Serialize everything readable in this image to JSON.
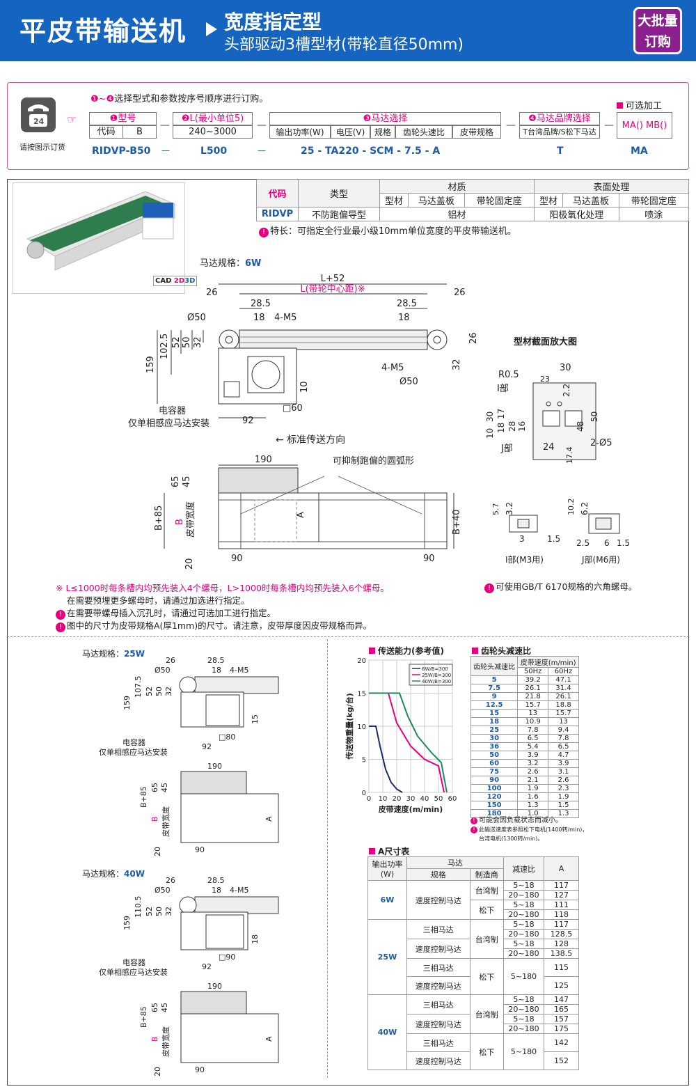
{
  "header": {
    "title": "平皮带输送机",
    "subtitle1": "宽度指定型",
    "subtitle2": "头部驱动3槽型材(带轮直径50mm)",
    "badge_line1": "大批量",
    "badge_line2": "订购"
  },
  "order": {
    "instruction_prefix": "❶~❹",
    "instruction": "选择型式和参数按序号顺序进行订购。",
    "phone_label": "请按图示订货",
    "optional_label": "可选加工",
    "col1_title": "❶型号",
    "col1_sub1": "代码",
    "col1_sub2": "B",
    "col1_value": "RIDVP-B50",
    "col2_title": "❷L(最小单位5)",
    "col2_sub": "240~3000",
    "col2_value": "L500",
    "col3_title": "❸马达选择",
    "col3_subs": [
      "输出功率(W)",
      "电压(V)",
      "规格",
      "齿轮头速比",
      "皮带规格"
    ],
    "col3_value": "25 - TA220 - SCM - 7.5 - A",
    "col4_title": "❹马达品牌选择",
    "col4_sub": "T台湾品牌/S松下马达",
    "col4_value": "T",
    "col5_sub": "MA() MB()",
    "col5_value": "MA",
    "dash": "—"
  },
  "spec_table": {
    "h_code": "代码",
    "h_type": "类型",
    "h_material": "材质",
    "h_surface": "表面处理",
    "subs": [
      "型材",
      "马达盖板",
      "带轮固定座",
      "型材",
      "马达盖板",
      "带轮固定座"
    ],
    "code": "RIDVP",
    "type": "不防跑偏导型",
    "material": "铝材",
    "surface1": "阳极氧化处理",
    "surface2": "喷涂",
    "feature": "特长：可指定全行业最小级10mm单位宽度的平皮带输送机。"
  },
  "cad": "CAD",
  "cad2d": "2D",
  "cad3d": "3D",
  "drawing1": {
    "motor_spec_label": "马达规格：",
    "motor_spec": "6W",
    "L52": "L+52",
    "Lcenter": "L(带轮中心距)※",
    "d26a": "26",
    "d26b": "26",
    "d285a": "28.5",
    "d285b": "28.5",
    "phi50a": "Ø50",
    "d18a": "18",
    "m5a": "4-M5",
    "d18b": "18",
    "d1025": "102.5",
    "d52": "52",
    "d50": "50",
    "d32": "32",
    "d159": "159",
    "d26c": "26",
    "d32b": "32",
    "m5b": "4-M5",
    "phi50b": "Ø50",
    "d10": "10",
    "sq60": "□60",
    "d92": "92",
    "capacitor": "电容器",
    "capacitor_note": "仅单相感应马达安装",
    "direction": "← 标准传送方向",
    "d190": "190",
    "arc": "可抑制跑偏的圆弧形",
    "d65": "65",
    "d45": "45",
    "B85": "B+85",
    "B": "B",
    "belt_width": "皮带宽度",
    "A": "A",
    "B40": "B+40",
    "d20": "20",
    "d90a": "90",
    "d90b": "90"
  },
  "section": {
    "title": "型材截面放大图",
    "r05": "R0.5",
    "d30": "30",
    "d23": "23",
    "d22": "2.2",
    "i_part": "I部",
    "d10": "10",
    "d30b": "30",
    "d18": "18",
    "d17": "17",
    "d28": "28",
    "d16": "16",
    "d48": "48",
    "d50": "50",
    "d24": "24",
    "phi5": "2-Ø5",
    "j_part": "J部",
    "d174": "17.4",
    "d57": "5.7",
    "d32": "3.2",
    "d3": "3",
    "d15": "1.5",
    "d102": "10.2",
    "d62": "6.2",
    "d25": "2.5",
    "d6": "6",
    "d15b": "1.5",
    "i_caption": "I部(M3用)",
    "j_caption": "J部(M6用)"
  },
  "notes": {
    "n1": "※ L≤1000时每条槽内均预先装入4个螺母，L>1000时每条槽内均预先装入6个螺母。",
    "n1b": "在需要预埋更多螺母时，请通过加选进行指定。",
    "n2": "在需要带螺母插入沉孔时，请通过可选加工进行指定。",
    "n3": "图中的尺寸为皮带规格A(厚1mm)的尺寸。请注意，皮带厚度因皮带规格而异。",
    "n4": "可使用GB/T 6170规格的六角螺母。"
  },
  "drawing25": {
    "label": "马达规格：",
    "spec": "25W",
    "d26": "26",
    "d285": "28.5",
    "phi50": "Ø50",
    "d18": "18",
    "m5": "4-M5",
    "d1075": "107.5",
    "d52": "52",
    "d50": "50",
    "d32": "32",
    "d159": "159",
    "sq": "□80",
    "d92": "92",
    "d15": "15",
    "capacitor": "电容器",
    "capacitor_note": "仅单相感应马达安装",
    "d190": "190",
    "d65": "65",
    "d45": "45",
    "B85": "B+85",
    "B": "B",
    "belt_width": "皮带宽度",
    "A": "A",
    "d20": "20",
    "d90": "90"
  },
  "drawing40": {
    "label": "马达规格：",
    "spec": "40W",
    "d26": "26",
    "d285": "28.5",
    "phi50": "Ø50",
    "d18": "18",
    "m5": "4-M5",
    "d1105": "110.5",
    "d52": "52",
    "d50": "50",
    "d32": "32",
    "d159": "159",
    "sq": "□90",
    "d92": "92",
    "d18b": "18",
    "capacitor": "电容器",
    "capacitor_note": "仅单相感应马达安装",
    "d190": "190",
    "d65": "65",
    "d45": "45",
    "B85": "B+85",
    "B": "B",
    "belt_width": "皮带宽度",
    "A": "A",
    "d20": "20",
    "d90": "90"
  },
  "chart_data": {
    "type": "line",
    "title": "传送能力(参考值)",
    "xlabel": "皮带速度(m/min)",
    "ylabel": "传送物重量(kg/台)",
    "xlim": [
      0,
      60
    ],
    "ylim": [
      0,
      20
    ],
    "xticks": [
      0,
      10,
      20,
      30,
      40,
      50,
      60
    ],
    "yticks": [
      0,
      5,
      10,
      15,
      20
    ],
    "series": [
      {
        "name": "6W/B=300",
        "color": "#1b2a6b",
        "x": [
          0,
          5,
          8,
          12,
          16,
          20,
          24
        ],
        "y": [
          10,
          10,
          7,
          3.5,
          1.5,
          0.5,
          0
        ]
      },
      {
        "name": "25W/B=300",
        "color": "#e6007e",
        "x": [
          0,
          14,
          20,
          30,
          40,
          50,
          54
        ],
        "y": [
          15,
          15,
          10.5,
          7,
          5,
          4,
          0
        ]
      },
      {
        "name": "40W/B=300",
        "color": "#1a8a5a",
        "x": [
          0,
          22,
          28,
          35,
          45,
          52,
          56
        ],
        "y": [
          15,
          15,
          11.5,
          8.5,
          6,
          4.5,
          0
        ]
      }
    ]
  },
  "gear_table": {
    "title": "齿轮头减速比",
    "h1": "齿轮头减速比",
    "h2": "皮带速度(m/min)",
    "h50": "50Hz",
    "h60": "60Hz",
    "rows": [
      [
        "5",
        "39.2",
        "47.1"
      ],
      [
        "7.5",
        "26.1",
        "31.4"
      ],
      [
        "9",
        "21.8",
        "26.1"
      ],
      [
        "12.5",
        "15.7",
        "18.8"
      ],
      [
        "15",
        "13",
        "15.7"
      ],
      [
        "18",
        "10.9",
        "13"
      ],
      [
        "25",
        "7.8",
        "9.4"
      ],
      [
        "30",
        "6.5",
        "7.8"
      ],
      [
        "36",
        "5.4",
        "6.5"
      ],
      [
        "50",
        "3.9",
        "4.7"
      ],
      [
        "60",
        "3.2",
        "3.9"
      ],
      [
        "75",
        "2.6",
        "3.1"
      ],
      [
        "90",
        "2.1",
        "2.6"
      ],
      [
        "100",
        "1.9",
        "2.3"
      ],
      [
        "120",
        "1.6",
        "1.9"
      ],
      [
        "150",
        "1.3",
        "1.5"
      ],
      [
        "180",
        "1.0",
        "1.3"
      ]
    ],
    "note1": "可能会因负载状态而减小。",
    "note2": "此输送速度表参照松下电机(1400转/min)，",
    "note3": "台湾电机(1300转/min)。"
  },
  "a_table": {
    "title": "A尺寸表",
    "h_power": "输出功率(W)",
    "h_motor": "马达",
    "h_spec": "规格",
    "h_maker": "制造商",
    "h_ratio": "减速比",
    "h_a": "A",
    "p6": "6W",
    "p25": "25W",
    "p40": "40W",
    "speed": "速度控制马达",
    "three": "三相马达",
    "tw": "台湾制",
    "mt": "松下",
    "r518": "5~18",
    "r20180": "20~180",
    "r5180": "5~180",
    "v6": [
      "117",
      "127",
      "111",
      "118"
    ],
    "v25": [
      "117",
      "128.5",
      "128",
      "138.5",
      "115",
      "125"
    ],
    "v40": [
      "147",
      "165",
      "157",
      "175",
      "142",
      "152"
    ]
  }
}
